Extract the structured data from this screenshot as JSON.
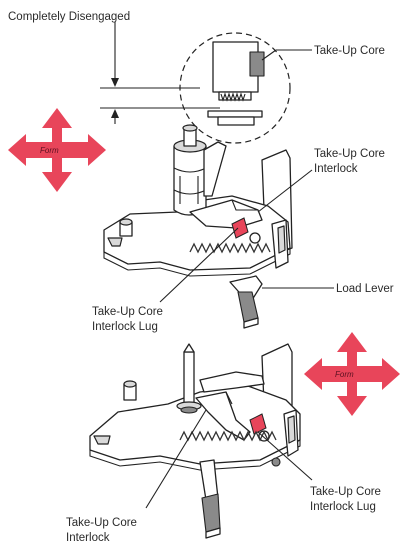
{
  "diagram": {
    "accent_color": "#e8455a",
    "dark_color": "#222222",
    "labels": {
      "disengaged": "Completely Disengaged",
      "takeup_core": "Take-Up Core",
      "interlock_top_1": "Take-Up Core",
      "interlock_top_2": "Interlock",
      "load_lever": "Load Lever",
      "lug_top_1": "Take-Up Core",
      "lug_top_2": "Interlock Lug",
      "lug_bottom_1": "Take-Up Core",
      "lug_bottom_2": "Interlock Lug",
      "interlock_bottom_1": "Take-Up Core",
      "interlock_bottom_2": "Interlock"
    },
    "arrows": {
      "top_label": "Form",
      "bottom_label": "Form"
    }
  }
}
